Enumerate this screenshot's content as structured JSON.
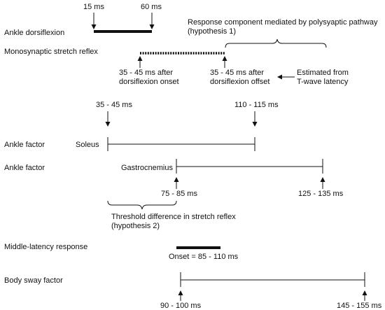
{
  "ankle_dorsiflexion": {
    "label": "Ankle dorsiflexion",
    "start": "15 ms",
    "end": "60 ms"
  },
  "polysyaptic": {
    "line1": "Response component mediated by polysyaptic pathway",
    "line2": "(hypothesis 1)"
  },
  "monosynaptic": {
    "label": "Monosynaptic stretch reflex",
    "onset_line1": "35 - 45 ms after",
    "onset_line2": "dorsiflexion onset",
    "offset_line1": "35 - 45 ms after",
    "offset_line2": "dorsiflexion offset",
    "estimated_line1": "Estimated from",
    "estimated_line2": "T-wave latency"
  },
  "soleus": {
    "row_label": "Ankle factor",
    "muscle": "Soleus",
    "start": "35 - 45 ms",
    "end": "110 - 115 ms"
  },
  "gastrocnemius": {
    "row_label": "Ankle factor",
    "muscle": "Gastrocnemius",
    "start": "75 - 85 ms",
    "end": "125 - 135 ms"
  },
  "threshold": {
    "line1": "Threshold difference in stretch reflex",
    "line2": "(hypothesis 2)"
  },
  "middle_latency": {
    "label": "Middle-latency response",
    "onset": "Onset = 85 - 110 ms"
  },
  "body_sway": {
    "label": "Body sway factor",
    "start": "90 - 100 ms",
    "end": "145 - 155 ms"
  },
  "colors": {
    "ink": "#111111",
    "background": "#ffffff"
  }
}
